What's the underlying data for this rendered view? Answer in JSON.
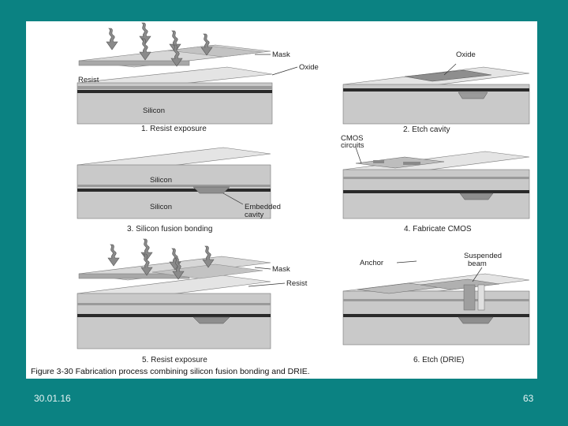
{
  "footer": {
    "date": "30.01.16",
    "page_number": "63"
  },
  "figure": {
    "caption": "Figure 3-30    Fabrication process combining silicon fusion bonding and DRIE.",
    "panels": [
      {
        "step": "1. Resist exposure",
        "labels": {
          "mask": "Mask",
          "oxide": "Oxide",
          "resist": "Resist",
          "silicon": "Silicon"
        }
      },
      {
        "step": "2. Etch cavity",
        "labels": {
          "oxide": "Oxide"
        }
      },
      {
        "step": "3. Silicon fusion bonding",
        "labels": {
          "silicon_top": "Silicon",
          "silicon_bottom": "Silicon",
          "embedded_1": "Embedded",
          "embedded_2": "cavity"
        }
      },
      {
        "step": "4. Fabricate CMOS",
        "labels": {
          "cmos_1": "CMOS",
          "cmos_2": "circuits"
        }
      },
      {
        "step": "5. Resist exposure",
        "labels": {
          "mask": "Mask",
          "resist": "Resist"
        }
      },
      {
        "step": "6. Etch (DRIE)",
        "labels": {
          "anchor": "Anchor",
          "beam_1": "Suspended",
          "beam_2": "beam"
        }
      }
    ]
  },
  "colors": {
    "background": "#0b8282",
    "figure_bg": "#ffffff"
  }
}
